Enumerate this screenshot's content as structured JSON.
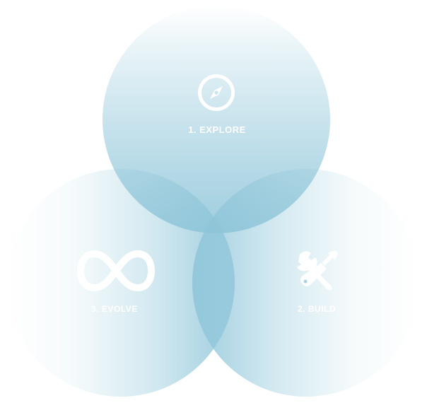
{
  "diagram": {
    "stages": [
      {
        "label": "1. EXPLORE",
        "icon": "compass-icon"
      },
      {
        "label": "2. BUILD",
        "icon": "tools-icon"
      },
      {
        "label": "3. EVOLVE",
        "icon": "infinity-icon"
      }
    ],
    "colors": {
      "circle": "#8cc4d8",
      "text": "#ffffff"
    }
  }
}
